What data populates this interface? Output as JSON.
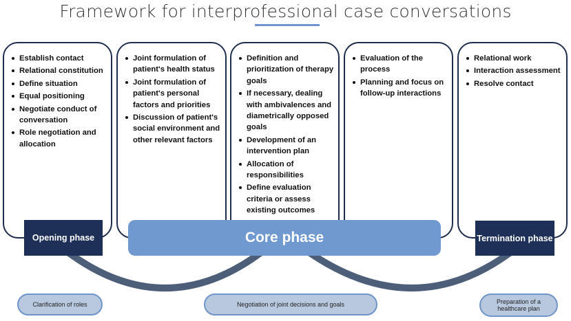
{
  "title": "Framework for interprofessional  case conversations",
  "colors": {
    "dark_navy": "#1f3058",
    "core_blue": "#7099cf",
    "arc_gray": "#4d5f78",
    "pill_fill": "#b8c8de",
    "pill_border": "#6f94c9"
  },
  "columns": [
    {
      "items": [
        "Establish contact",
        "Relational constitution",
        "Define situation",
        "Equal positioning",
        "Negotiate conduct of conversation",
        "Role negotiation and allocation"
      ]
    },
    {
      "items": [
        "Joint formulation of patient's health status",
        "Joint formulation of patient's personal factors and priorities",
        "Discussion of patient's social environment and other relevant factors"
      ]
    },
    {
      "items": [
        "Definition and prioritization of therapy goals",
        "If necessary, dealing with ambivalences and diametrically opposed goals",
        "Development of an intervention plan",
        "Allocation of responsibilities",
        "Define evaluation criteria or assess existing outcomes"
      ]
    },
    {
      "items": [
        "Evaluation of the process",
        "Planning and focus on follow-up interactions"
      ]
    },
    {
      "items": [
        "Relational work",
        "Interaction assessment",
        "Resolve contact"
      ]
    }
  ],
  "phases": {
    "opening": "Opening phase",
    "core": "Core phase",
    "termination": "Termination phase"
  },
  "outcomes": {
    "left": "Clarification of roles",
    "middle": "Negotiation of joint decisions and goals",
    "right": "Preparation of a healthcare plan"
  }
}
